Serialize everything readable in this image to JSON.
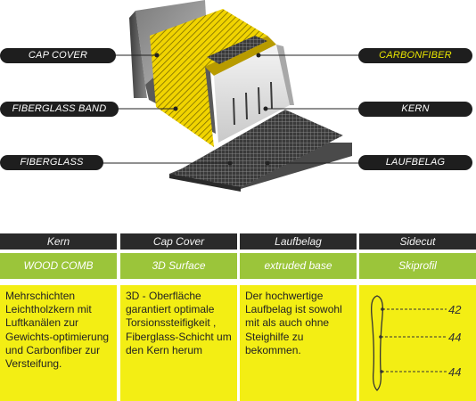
{
  "labels": {
    "cap_cover": "CAP COVER",
    "carbonfiber": "CARBONFIBER",
    "fiberglass_band": "FIBERGLASS BAND",
    "kern": "KERN",
    "fiberglass": "FIBERGLASS",
    "laufbelag": "LAUFBELAG"
  },
  "table": {
    "columns": [
      {
        "header": "Kern",
        "subheader": "WOOD COMB",
        "body": "Mehrschichten Leichtholzkern mit Luftkanälen zur Gewichts-optimierung und Carbonfiber zur Versteifung."
      },
      {
        "header": "Cap Cover",
        "subheader": "3D Surface",
        "body": "3D - Oberfläche garantiert optimale Torsionssteifigkeit , Fiberglass-Schicht um den Kern herum"
      },
      {
        "header": "Laufbelag",
        "subheader": "extruded base",
        "body": "Der hochwertige Laufbelag ist sowohl mit als auch ohne Steighilfe zu bekommen."
      },
      {
        "header": "Sidecut",
        "subheader": "Skiprofil",
        "values": [
          "42",
          "44",
          "44"
        ]
      }
    ]
  },
  "colors": {
    "label_bg": "#1e1e1e",
    "accent_yellow": "#e9e600",
    "header_bg": "#2a2a2a",
    "subheader_green": "#9bc53a",
    "body_yellow": "#f3ee14"
  }
}
